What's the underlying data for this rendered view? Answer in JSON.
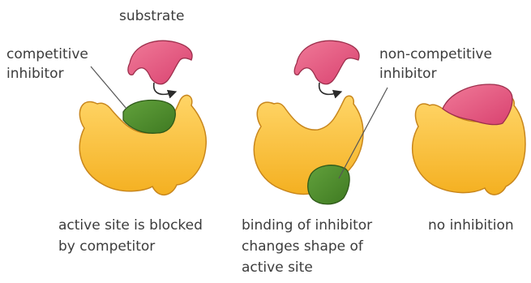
{
  "labels": {
    "substrate": "substrate",
    "competitive_inhibitor": [
      "competitive",
      "inhibitor"
    ],
    "non_competitive_inhibitor": [
      "non-competitive",
      "inhibitor"
    ]
  },
  "captions": {
    "competitive": [
      "active site is blocked",
      "by competitor"
    ],
    "non_competitive": [
      "binding of inhibitor",
      "changes shape of",
      "active site"
    ],
    "no_inhibition": [
      "no inhibition"
    ]
  },
  "colors": {
    "enzyme": "#f8c13a",
    "enzyme_edge": "#c8861c",
    "substrate": "#e4577c",
    "substrate_edge": "#9c2f4c",
    "inhibitor": "#4e8a2d",
    "inhibitor_edge": "#2f5a1a",
    "arrow": "#2b2b2b",
    "leader": "#555555"
  }
}
